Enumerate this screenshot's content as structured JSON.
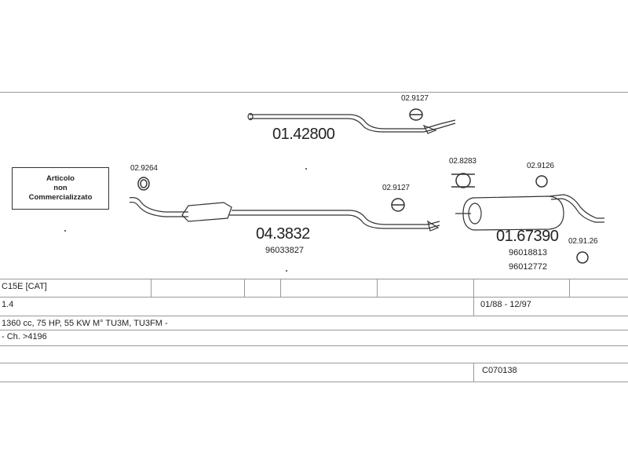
{
  "notice": {
    "line1": "Articolo",
    "line2": "non",
    "line3": "Commercializzato"
  },
  "parts": {
    "p1": "02.9127",
    "main_pipe": "01.42800",
    "p2": "02.9264",
    "p3": "02.9127",
    "p4": "02.8283",
    "p5": "02.9126",
    "mid": "04.3832",
    "mid_oe": "96033827",
    "rear": "01.67390",
    "rear_oe1": "96018813",
    "rear_oe2": "96012772",
    "p6": "02.91.26"
  },
  "table": {
    "model": "C15E  [CAT]",
    "engine": "1.4",
    "years": "01/88  -  12/97",
    "specs": "1360 cc, 75 HP, 55 KW  M° TU3M, TU3FM  -",
    "chassis": "- Ch. >4196",
    "code": "C070138"
  },
  "colors": {
    "line": "#333333",
    "grid": "#999999"
  }
}
